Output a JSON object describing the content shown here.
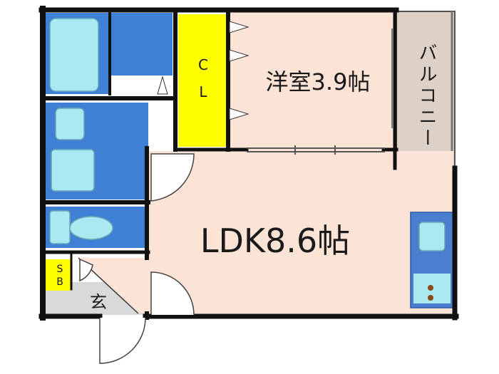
{
  "rooms": {
    "western_room": "洋室3.9帖",
    "ldk": "LDK8.6帖",
    "closet_c": "C",
    "closet_l": "L",
    "balcony": "バルコニー",
    "shoe_box_s": "S",
    "shoe_box_b": "B",
    "entrance": "玄"
  },
  "colors": {
    "wall": "#111111",
    "room_floor": "#fbe3d6",
    "wet_area": "#3f7fd4",
    "fixture": "#a9e9f0",
    "closet": "#ffff00",
    "balcony": "#ddd0c6",
    "entrance_floor": "#d9d9d9",
    "kitchen": "#4a7fcf"
  }
}
